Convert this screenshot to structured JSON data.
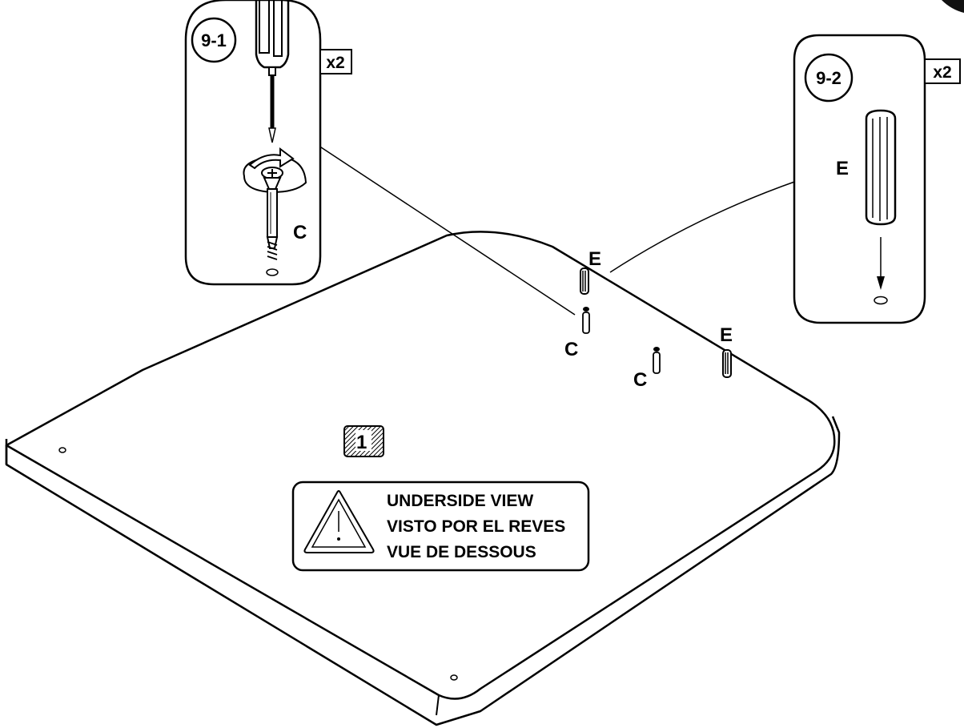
{
  "steps": {
    "step1": {
      "number": "9-1",
      "quantity": "x2",
      "part_label": "C"
    },
    "step2": {
      "number": "9-2",
      "quantity": "x2",
      "part_label": "E"
    }
  },
  "board": {
    "panel_number": "1",
    "dowels": [
      {
        "label": "E"
      },
      {
        "label": "E"
      }
    ],
    "screws": [
      {
        "label": "C"
      },
      {
        "label": "C"
      }
    ]
  },
  "notice": {
    "lines": [
      "UNDERSIDE VIEW",
      "VISTO POR EL REVES",
      "VUE DE DESSOUS"
    ]
  }
}
